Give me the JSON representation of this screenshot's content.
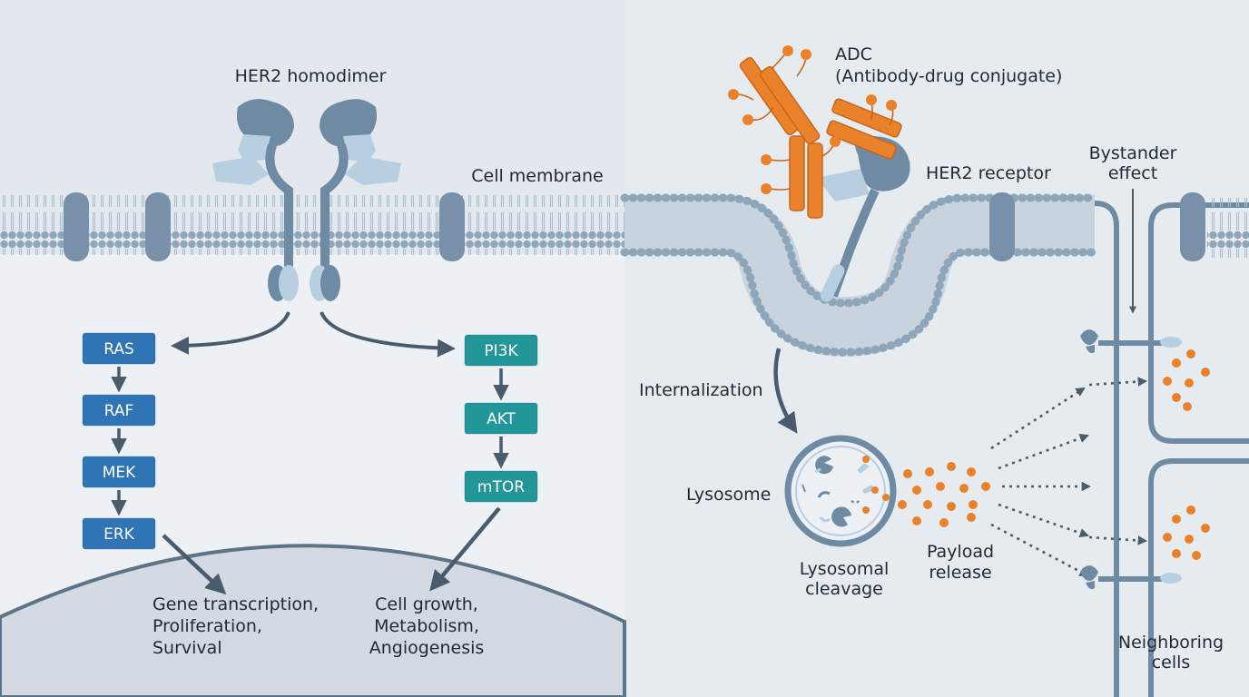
{
  "labels": {
    "her2_homodimer": "HER2 homodimer",
    "cell_membrane": "Cell membrane",
    "adc_line1": "ADC",
    "adc_line2": "(Antibody-drug conjugate)",
    "her2_receptor": "HER2 receptor",
    "bystander_line1": "Bystander",
    "bystander_line2": "effect",
    "internalization": "Internalization",
    "lysosome": "Lysosome",
    "lysosomal_cleavage_line1": "Lysosomal",
    "lysosomal_cleavage_line2": "cleavage",
    "payload_release_line1": "Payload",
    "payload_release_line2": "release",
    "neighboring_line1": "Neighboring",
    "neighboring_line2": "cells",
    "gene_line1": "Gene transcription,",
    "gene_line2": "Proliferation,",
    "gene_line3": "Survival",
    "growth_line1": "Cell growth,",
    "growth_line2": "Metabolism,",
    "growth_line3": "Angiogenesis"
  },
  "mapk_pathway": [
    "RAS",
    "RAF",
    "MEK",
    "ERK"
  ],
  "pi3k_pathway": [
    "PI3K",
    "AKT",
    "mTOR"
  ],
  "colors": {
    "mapk_box": "#2f74b5",
    "pi3k_box": "#22979a",
    "receptor": "#6f8aa3",
    "receptor_light": "#b7cfe1",
    "adc": "#e9822b",
    "membrane_head": "#8ea6ba",
    "arrow": "#4a5b6c"
  }
}
